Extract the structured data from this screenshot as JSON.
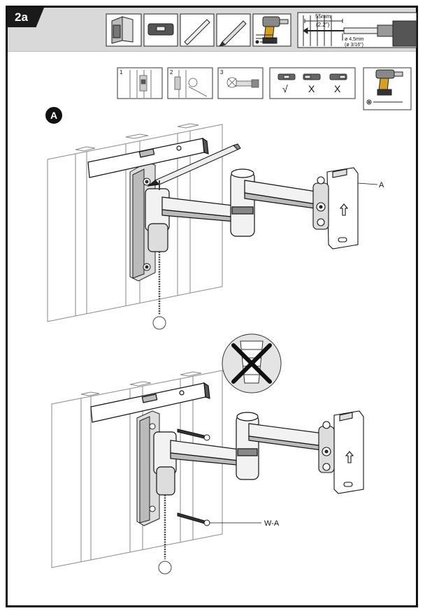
{
  "step": {
    "number": "2a"
  },
  "tools_bar": {
    "icons": [
      "tape-measure-icon",
      "level-icon",
      "screwdriver-icon",
      "pencil-icon",
      "drill-icon"
    ],
    "drill_detail": {
      "depth": "55mm",
      "depth_imperial": "(2.2\")",
      "bit_metric": "ø 4,5mm",
      "bit_imperial": "(ø 3/16\")"
    }
  },
  "substeps": [
    {
      "number": "1"
    },
    {
      "number": "2"
    },
    {
      "number": "3"
    }
  ],
  "level_check": {
    "ok_mark": "√",
    "bad_mark_1": "X",
    "bad_mark_2": "X"
  },
  "figure": {
    "label": "A"
  },
  "callouts": {
    "plate_label": "A",
    "screw_label": "W-A"
  },
  "colors": {
    "frame": "#111111",
    "header_bg": "#d9d9d9",
    "tab_bg": "#1a1a1a"
  }
}
